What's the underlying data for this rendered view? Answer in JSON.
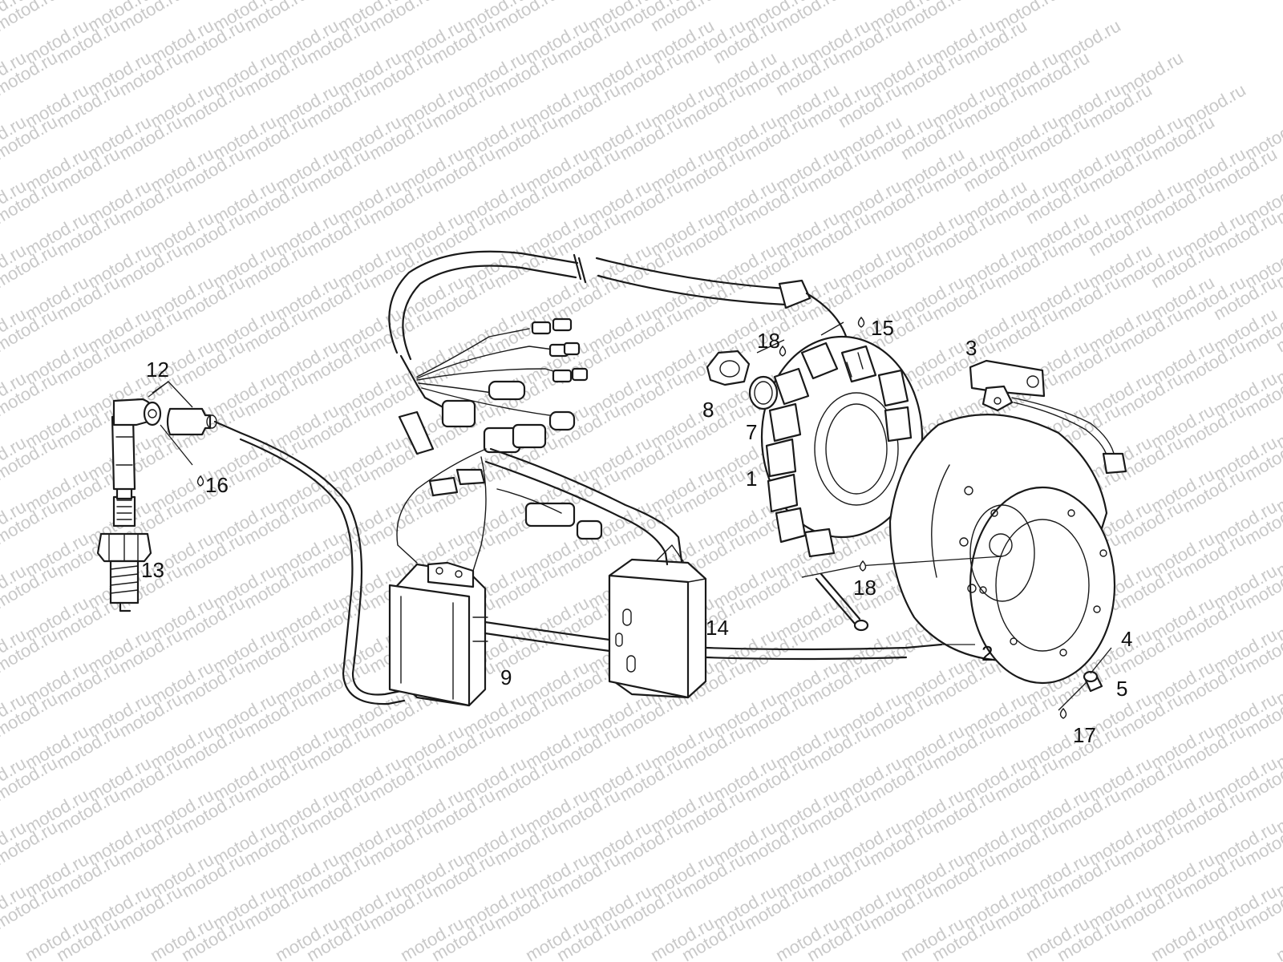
{
  "watermark": {
    "text": "motod.ru"
  },
  "callouts": [
    {
      "id": "1",
      "label": "1"
    },
    {
      "id": "2",
      "label": "2"
    },
    {
      "id": "3",
      "label": "3"
    },
    {
      "id": "4",
      "label": "4"
    },
    {
      "id": "5",
      "label": "5"
    },
    {
      "id": "7",
      "label": "7"
    },
    {
      "id": "8",
      "label": "8"
    },
    {
      "id": "9",
      "label": "9"
    },
    {
      "id": "12",
      "label": "12"
    },
    {
      "id": "13",
      "label": "13"
    },
    {
      "id": "14",
      "label": "14"
    },
    {
      "id": "15",
      "label": "15"
    },
    {
      "id": "16",
      "label": "16"
    },
    {
      "id": "17",
      "label": "17"
    },
    {
      "id": "18a",
      "label": "18"
    },
    {
      "id": "18b",
      "label": "18"
    }
  ]
}
